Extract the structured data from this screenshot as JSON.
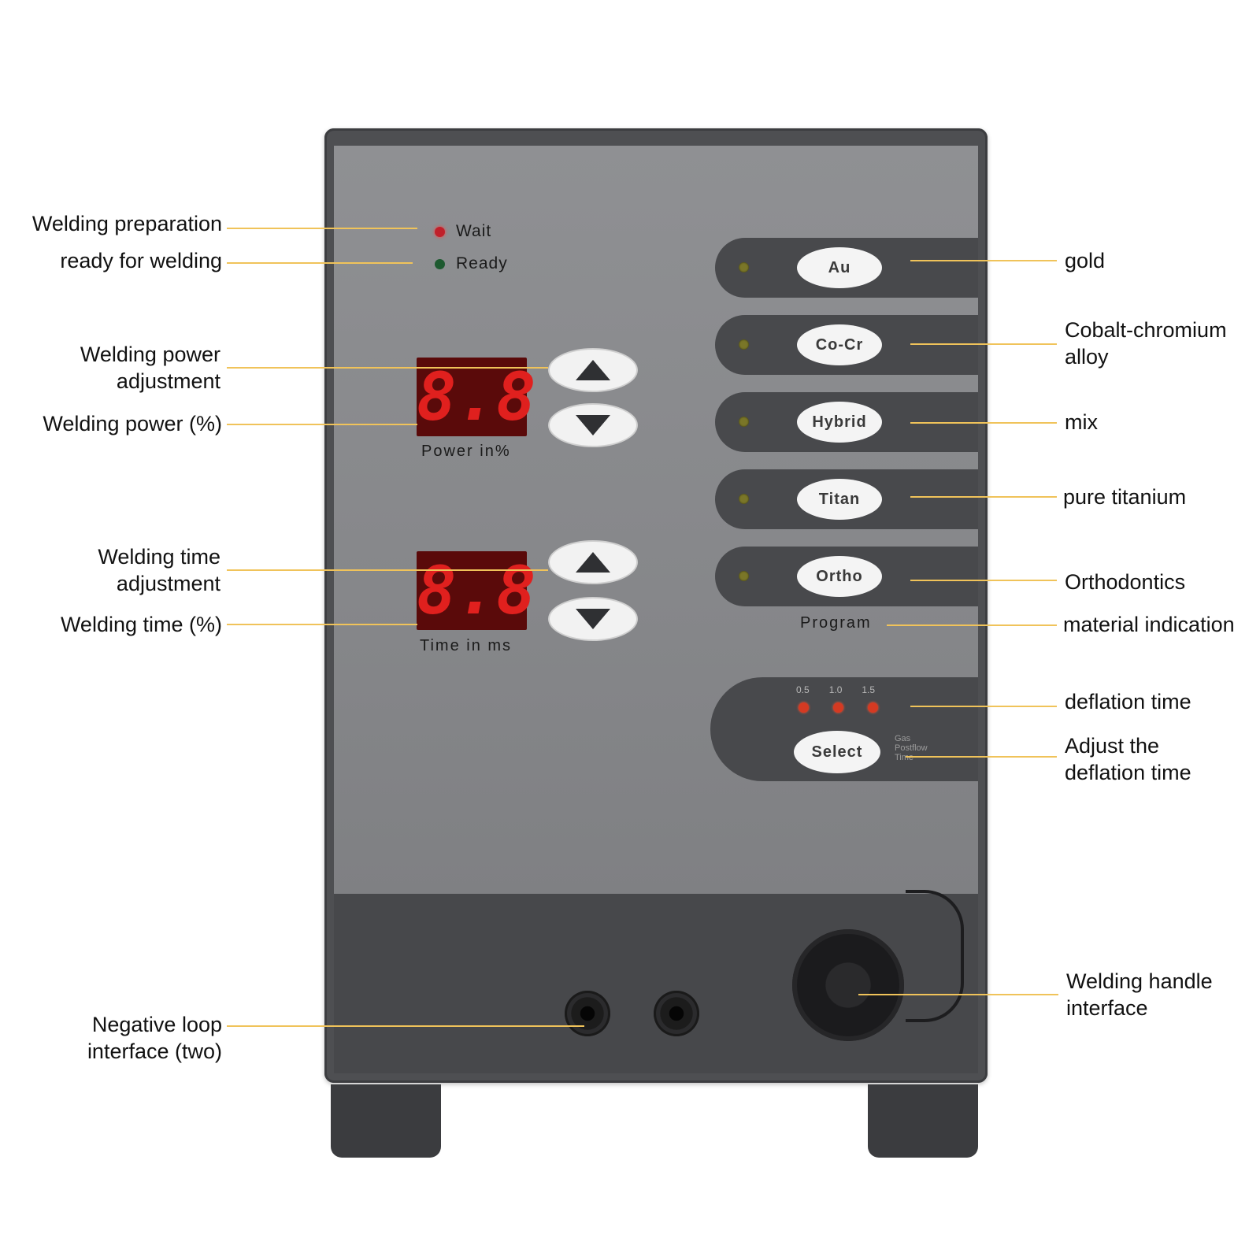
{
  "device": {
    "status": {
      "wait": "Wait",
      "ready": "Ready"
    },
    "power": {
      "digits": [
        "8.",
        "8"
      ],
      "caption": "Power   in%"
    },
    "time": {
      "digits": [
        "8.",
        "8"
      ],
      "caption": "Time  in  ms"
    },
    "programs": [
      {
        "label": "Au"
      },
      {
        "label": "Co-Cr"
      },
      {
        "label": "Hybrid"
      },
      {
        "label": "Titan"
      },
      {
        "label": "Ortho"
      }
    ],
    "program_label": "Program",
    "gas": {
      "ticks": [
        "0.5",
        "1.0",
        "1.5"
      ],
      "select_label": "Select",
      "caption": "Gas Postflow Time"
    }
  },
  "callouts": {
    "left": {
      "welding_preparation": "Welding preparation",
      "ready_for_welding": "ready for welding",
      "power_adjustment": [
        "Welding power",
        "adjustment"
      ],
      "power_percent": "Welding power (%)",
      "time_adjustment": [
        "Welding time",
        "adjustment"
      ],
      "time_percent": "Welding time (%)",
      "negative_loop": [
        "Negative loop",
        "interface (two)"
      ]
    },
    "right": {
      "gold": "gold",
      "cobalt": [
        "Cobalt-chromium",
        "alloy"
      ],
      "mix": "mix",
      "titanium": "pure titanium",
      "orthodontics": "Orthodontics",
      "material": "material indication",
      "deflation": "deflation time",
      "adjust_deflation": [
        "Adjust the",
        "deflation time"
      ],
      "handle": [
        "Welding handle",
        "interface"
      ]
    }
  },
  "colors": {
    "leader_line": "#f0c35a",
    "case": "#4e4f52",
    "panel": "#8f9093",
    "display_red": "#e0201e"
  }
}
